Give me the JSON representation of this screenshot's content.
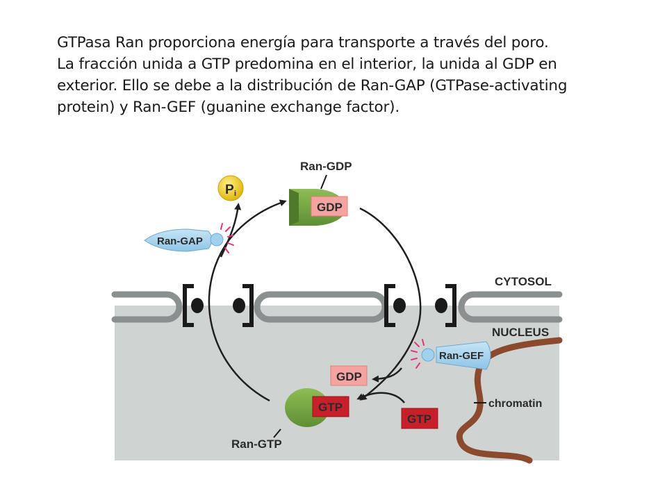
{
  "caption": {
    "lines": [
      "GTPasa Ran proporciona energía para transporte a través del poro.",
      "La fracción unida a GTP predomina en el interior, la unida al GDP en",
      "exterior. Ello se debe a la distribución de Ran-GAP (GTPase-activating",
      "protein) y Ran-GEF (guanine exchange factor)."
    ]
  },
  "diagram": {
    "ran_gdp_label": "Ran-GDP",
    "ran_gtp_label": "Ran-GTP",
    "ran_gap_label": "Ran-GAP",
    "ran_gef_label": "Ran-GEF",
    "pi_label": "P",
    "pi_subscript": "i",
    "gdp_chip_top": "GDP",
    "gdp_chip_released": "GDP",
    "gtp_chip_bound": "GTP",
    "gtp_chip_free": "GTP",
    "cytosol_label": "CYTOSOL",
    "nucleus_label": "NUCLEUS",
    "chromatin_label": "chromatin"
  },
  "colors": {
    "nucleus_bg": "#cfd3d1",
    "membrane": "#8a8f8f",
    "ran_green": "#7ea84a",
    "gdp_pink": "#f3a3a0",
    "gtp_red": "#c8202a",
    "ran_blue": "#a9d4ee",
    "pi_yellow": "#f2cc1c",
    "chromatin_brown": "#8b4a2e",
    "spark_pink": "#e8337e"
  },
  "icons": [
    "pi-phosphate-icon",
    "spark-icon",
    "nuclear-pore-icon"
  ]
}
